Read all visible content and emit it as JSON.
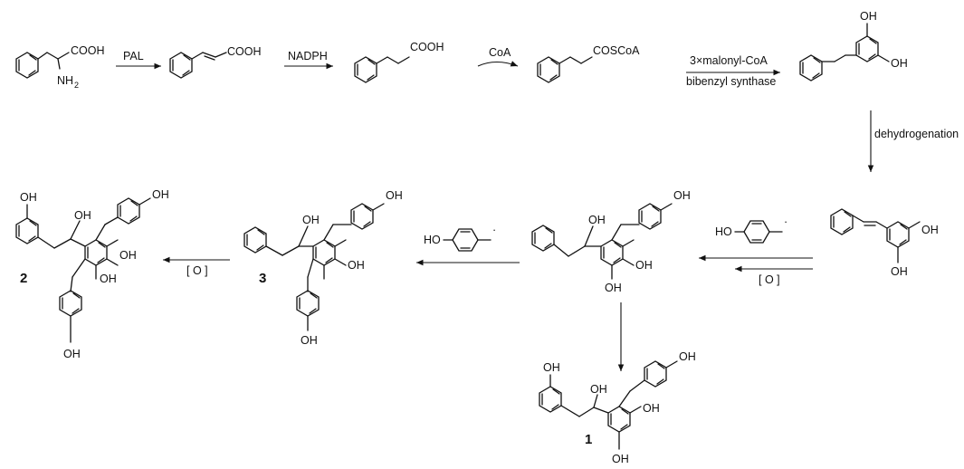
{
  "reagents": {
    "pal": "PAL",
    "nadph": "NADPH",
    "coa": "CoA",
    "malonyl": "3×malonyl-CoA",
    "synthase": "bibenzyl synthase",
    "dehydrogenation": "dehydrogenation",
    "oxidation": "[ O ]"
  },
  "groups": {
    "cooh": "COOH",
    "nh": "NH",
    "nh_sub": "2",
    "coscoa": "COSCoA",
    "oh": "OH",
    "ho": "HO",
    "radical": "·"
  },
  "compounds": {
    "c1": "1",
    "c2": "2",
    "c3": "3"
  }
}
